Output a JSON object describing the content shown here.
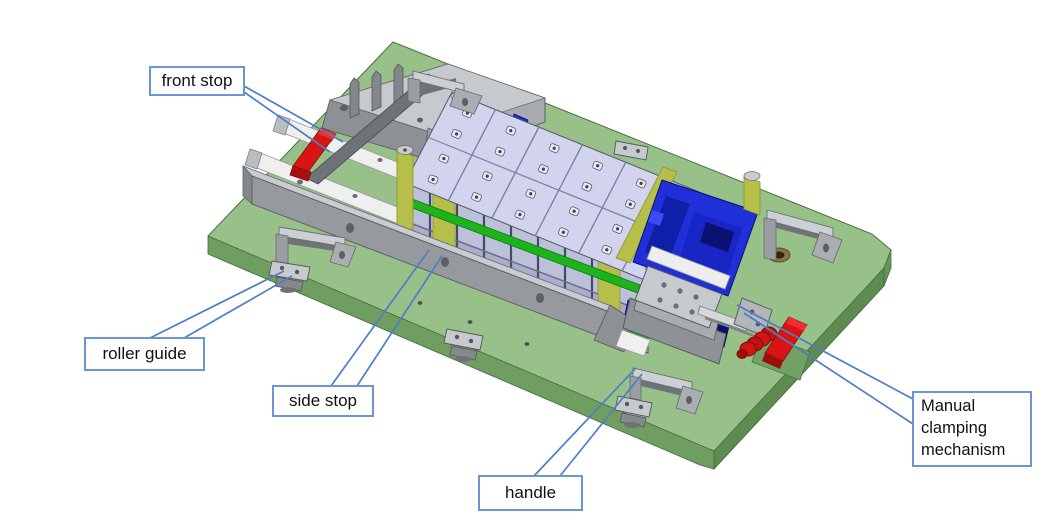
{
  "figure": {
    "description": "Isometric CAD rendering of a battery module loading fixture on a green base plate",
    "background": "#ffffff"
  },
  "callouts": {
    "front_stop": "front stop",
    "roller_guide": "roller guide",
    "side_stop": "side stop",
    "handle": "handle",
    "manual_clamping": "Manual clamping mechanism"
  },
  "colors": {
    "base_plate_top": "#97c188",
    "base_plate_side_left": "#6f9e60",
    "base_plate_side_right": "#5e8c50",
    "stop_red": "#d81414",
    "strap_green": "#1db31d",
    "battery_cell_top": "#d2d3ec",
    "battery_cell_front": "#bcc0d8",
    "connector_blue": "#2030d8",
    "end_plate_yellow": "#b5bf49",
    "metal_gray": "#c6c9cd",
    "leader_blue": "#4d7fc4"
  }
}
